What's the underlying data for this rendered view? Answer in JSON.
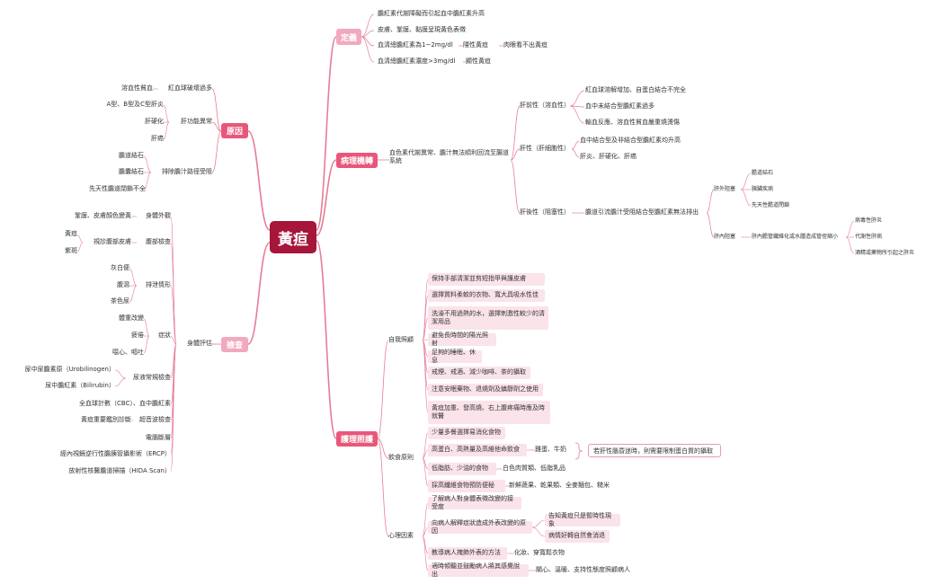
{
  "colors": {
    "root": "#a5163a",
    "main": "#e8577a",
    "light": "#f2a9bd",
    "leaf_bg": "#fbe3ea",
    "line": "#e57d96"
  },
  "root": "黃疸",
  "definition": {
    "label": "定義",
    "items": [
      "膽紅素代謝障礙而引起血中膽紅素升高",
      "皮膚、鞏膜、黏膜呈現黃色表徵",
      "血清總膽紅素為1~2mg/dl",
      "隱性黃疸",
      "肉眼看不出黃疸",
      "血清總膽紅素濃度>3mg/dl",
      "顯性黃疸"
    ]
  },
  "pathophysiology": {
    "label": "病理機轉",
    "summary": "血色素代謝異常、膽汁無法順利回流至腸道系統",
    "prehepatic": {
      "label": "肝前性（溶血性）",
      "items": [
        "紅血球溶解增加、自蛋白結合不完全",
        "血中未結合型膽紅素過多",
        "輸血反應、溶血性貧血嚴重燒燙傷"
      ]
    },
    "hepatic": {
      "label": "肝性（肝細胞性）",
      "items": [
        "血中結合型及非結合型膽紅素均升高",
        "肝炎、肝硬化、肝癌"
      ]
    },
    "posthepatic": {
      "label": "肝後性（阻塞性）",
      "desc": "膽道引流膽汁受阻結合型膽紅素無法排出",
      "extra": {
        "label": "肝外阻塞",
        "items": [
          "膽道結石",
          "胰臟疾病",
          "先天性膽道閉鎖"
        ]
      },
      "intra": {
        "label": "肝內阻塞",
        "desc": "肝內膽管纖維化或水腫造成管徑縮小",
        "items": [
          "病毒性肝炎",
          "代謝性肝病",
          "酒精或藥物所引起之肝炎"
        ]
      }
    }
  },
  "causes": {
    "label": "原因",
    "rbc": {
      "label": "紅血球破壞過多",
      "item": "溶血性貧血"
    },
    "liver": {
      "label": "肝功能異常",
      "items": [
        "A型、B型及C型肝炎",
        "肝硬化",
        "肝癌"
      ]
    },
    "bile": {
      "label": "排除膽汁路徑受阻",
      "items": [
        "膽道結石",
        "膽囊結石",
        "先天性膽道閉鎖不全"
      ]
    }
  },
  "assessment": {
    "label": "檢查",
    "body": "身體評估",
    "appearance": {
      "label": "身體外觀",
      "item": "鞏膜、皮膚顏色變黃"
    },
    "abdomen": {
      "label": "腹部檢查",
      "sub": "視診腹部皮膚",
      "items": [
        "黃疸",
        "紫斑"
      ]
    },
    "excretion": {
      "label": "排泄情形",
      "items": [
        "灰白便",
        "腹瀉",
        "茶色尿"
      ]
    },
    "symptoms": {
      "label": "症狀",
      "items": [
        "體重改變",
        "疲倦",
        "噁心、嘔吐"
      ]
    },
    "urine": {
      "label": "尿液常規檢查",
      "items": [
        "尿中尿膽素原（Urobilinogen）",
        "尿中膽紅素（Bilirubin）"
      ]
    },
    "cbc": "全血球計數（CBC）、血中膽紅素",
    "ultrasound": {
      "label": "超音波檢查",
      "item": "黃疸重要鑑別診斷"
    },
    "others": [
      "電腦斷層",
      "經內視鏡逆行性膽胰管攝影術（ERCP）",
      "放射性核醫膽道掃描（HIDA Scan）"
    ]
  },
  "care": {
    "label": "護理照護",
    "selfcare": {
      "label": "自我照顧",
      "items": [
        "保持手部清潔並剪短指甲與護皮膚",
        "選擇質料柔軟的衣物、寬大具吸水性佳",
        "洗澡不用過熱的水，選擇刺激性較少的清潔用品",
        "避免長時間的陽光照射",
        "足夠的睡眠、休息",
        "戒煙、戒酒、減少咖啡、茶的攝取",
        "注意安眠藥物、退燒劑及鎮靜劑之使用",
        "黃疸加重、發高燒、右上腹疼痛時應及時就醫"
      ]
    },
    "diet": {
      "label": "飲食原則",
      "meals": "少量多餐選擇易消化食物",
      "calorie": "高蛋白、高熱量及高維他命飲食",
      "calorie_eg": "雞蛋、牛奶",
      "note": "若肝性腦昏迷時，則需要限制蛋白質的攝取",
      "fat": "低脂肪、少油的食物",
      "fat_eg": "白色肉質類、低脂乳品",
      "fiber": "採高纖維食物預防便秘",
      "fiber_eg": "新鮮蔬果、乾果類、全麥麵包、糙米"
    },
    "psych": {
      "label": "心理因素",
      "accept": "了解病人對身體表徵改變的接受度",
      "explain": "向病人解釋症狀造成外表改變的原因",
      "explain_items": [
        "告知黃疸只是暫時性現象",
        "病情好轉自然會消退"
      ],
      "cover": "教導病人掩飾外表的方法",
      "cover_eg": "化妝、穿寬鬆衣物",
      "listen": "適時傾聽並鼓勵病人將其感覺說出",
      "listen_eg": "關心、溫暖、支持性態度照顧病人"
    }
  }
}
